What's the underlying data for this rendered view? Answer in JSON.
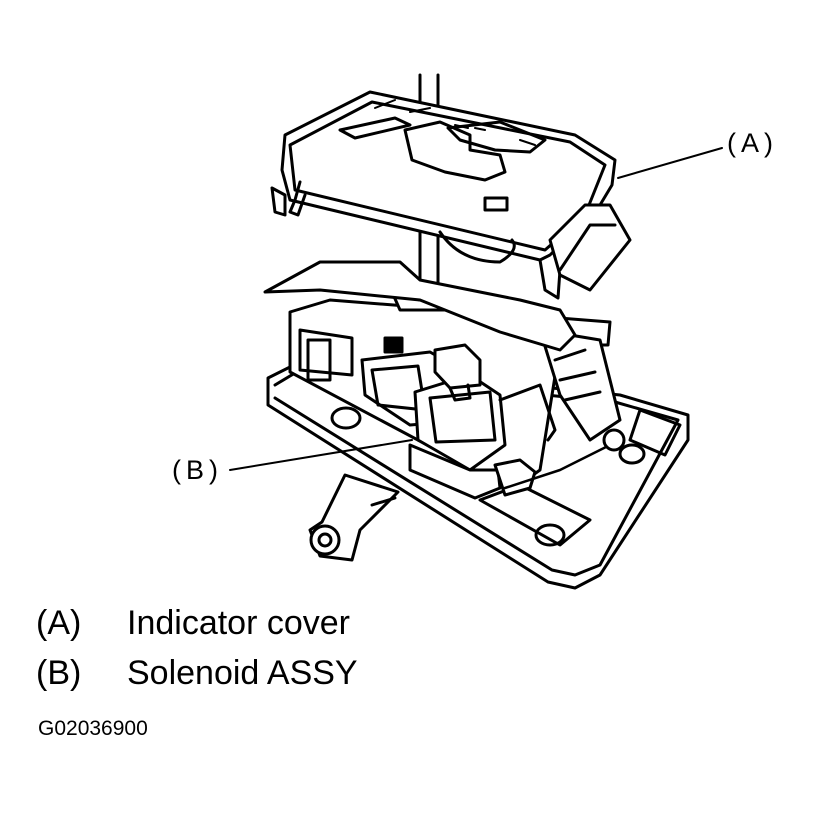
{
  "callouts": {
    "a": "(A)",
    "b": "(B)"
  },
  "legend": [
    {
      "key": "(A)",
      "label": "Indicator cover"
    },
    {
      "key": "(B)",
      "label": "Solenoid ASSY"
    }
  ],
  "figure_code": "G02036900"
}
